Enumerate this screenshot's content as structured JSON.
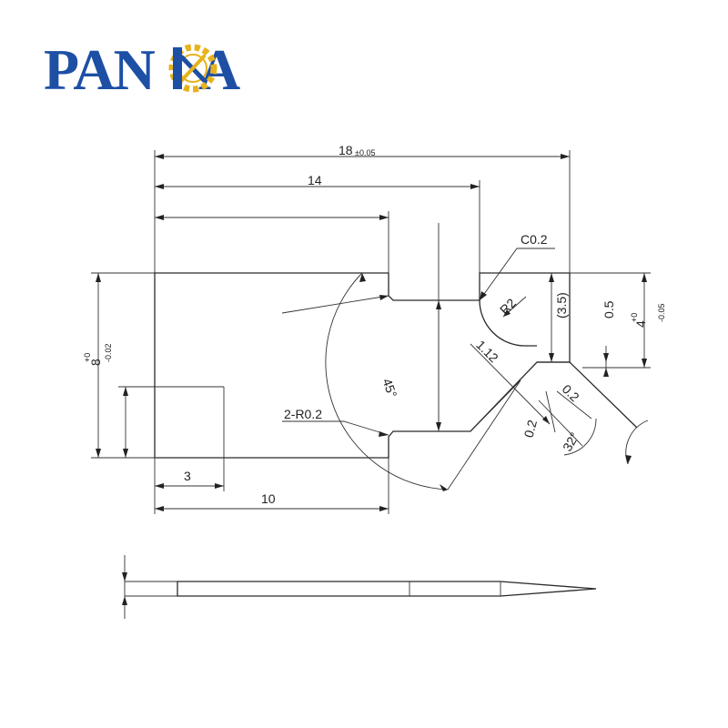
{
  "logo": {
    "text": "PANDA",
    "blue": "#1d4fa5",
    "gold": "#e7b21c",
    "icon": "gear-wrench-screwdriver-icon"
  },
  "dimensions": {
    "total_length": "18",
    "total_length_tol": "±0.05",
    "length_14": "14",
    "chamfer": "C0.2",
    "radius_r2": "R2",
    "ref_35": "(3.5)",
    "dim_05": "0.5",
    "height_4": "4",
    "height_4_tol_upper": "+0",
    "height_4_tol_lower": "-0.05",
    "height_8": "8",
    "height_8_tol_upper": "+0",
    "height_8_tol_lower": "-0.02",
    "dim_112": "1.12",
    "angle_45": "45°",
    "corner_radii": "2-R0.2",
    "dim_02_a": "0.2",
    "dim_02_b": "0.2",
    "angle_32": "32°",
    "width_3": "3",
    "width_10": "10"
  },
  "colors": {
    "line": "#2b2b2b",
    "text": "#222222"
  }
}
